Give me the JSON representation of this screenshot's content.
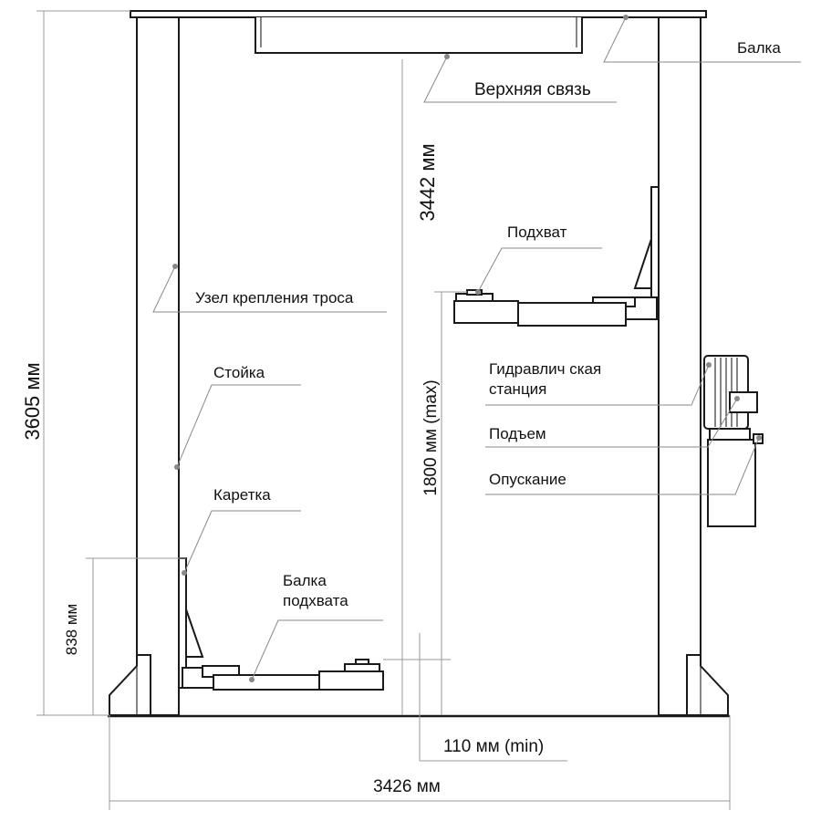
{
  "labels": {
    "beam": "Балка",
    "top_link": "Верхняя связь",
    "pickup": "Подхват",
    "cable_node": "Узел крепления троса",
    "post": "Стойка",
    "hydraulic_line1": "Гидравлич  ская",
    "hydraulic_line2": "станция",
    "lift": "Подъем",
    "lower": "Опускание",
    "carriage": "Каретка",
    "pickup_beam_line1": "Балка",
    "pickup_beam_line2": "подхвата"
  },
  "dimensions": {
    "total_height": "3605 мм",
    "inner_height": "3442 мм",
    "max_lift": "1800 мм (max)",
    "carriage_height": "838 мм",
    "min_height": "110 мм (min)",
    "total_width": "3426 мм"
  },
  "colors": {
    "outline": "#1a1a1a",
    "dimension_line": "#9a9a9a",
    "leader_line": "#8a8a8a",
    "text": "#111111"
  }
}
